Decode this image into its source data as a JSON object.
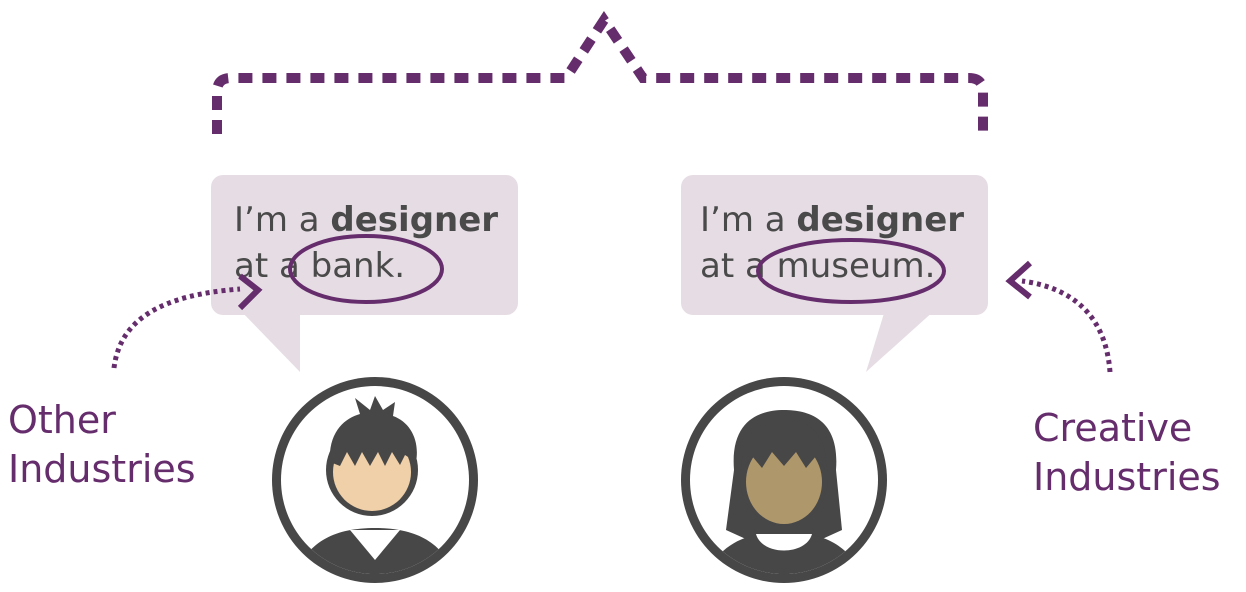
{
  "colors": {
    "accent": "#662d6d",
    "bubble": "#e6dde4",
    "text": "#4a4a4a",
    "avatar_ring": "#474747",
    "skin_light": "#efd0a8",
    "skin_dark": "#af976c"
  },
  "left": {
    "label_line1": "Other",
    "label_line2": "Industries",
    "bubble": {
      "prefix": "I’m a ",
      "bold": "designer",
      "line2_a": "at a",
      "line2_b": " bank."
    },
    "avatar_icon": "male-avatar-icon"
  },
  "right": {
    "label_line1": "Creative",
    "label_line2": "Industries",
    "bubble": {
      "prefix": "I’m a ",
      "bold": "designer",
      "line2_a": "at a",
      "line2_b": " museum."
    },
    "avatar_icon": "female-avatar-icon"
  }
}
